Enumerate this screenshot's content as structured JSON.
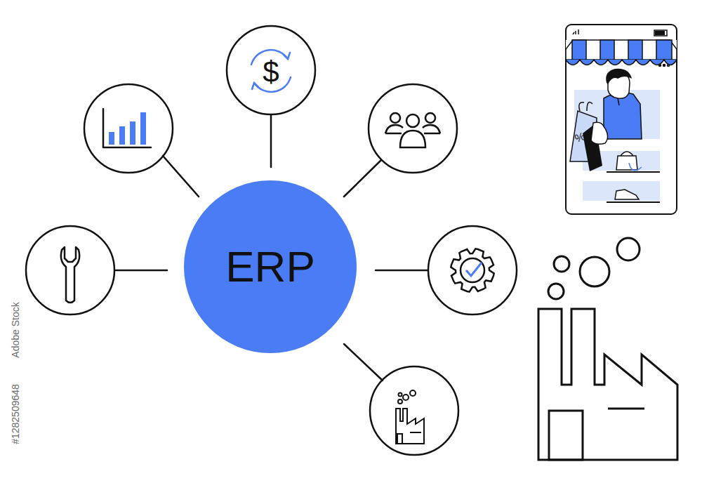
{
  "diagram": {
    "nodes": [
      {
        "text": [
          "ERP"
        ]
      }
    ],
    "labels": [
      "$",
      "%",
      "Adobe Stock",
      "#1282509648"
    ]
  }
}
